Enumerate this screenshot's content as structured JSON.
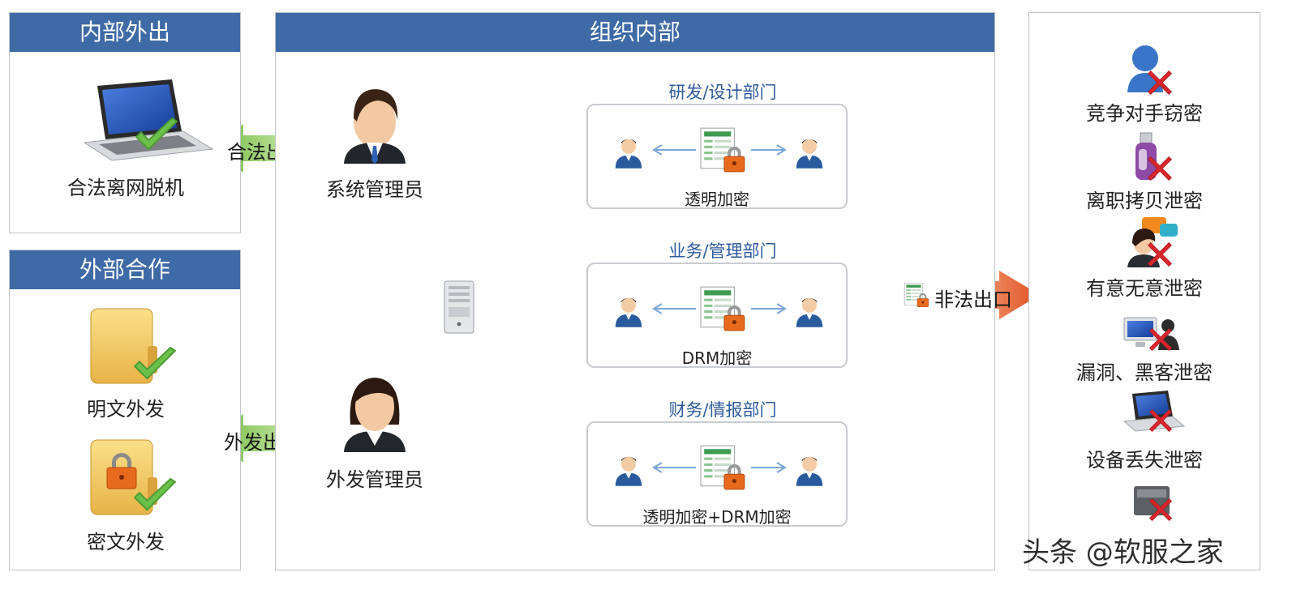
{
  "panels": {
    "internal_out": {
      "title": "内部外出",
      "item": "合法离网脱机",
      "arrow": "合法出口"
    },
    "external_coop": {
      "title": "外部合作",
      "items": [
        "明文外发",
        "密文外发"
      ],
      "arrow": "外发出口"
    },
    "organization": {
      "title": "组织内部",
      "admins": [
        "系统管理员",
        "外发管理员"
      ]
    }
  },
  "departments": [
    {
      "title": "研发/设计部门",
      "encryption": "透明加密"
    },
    {
      "title": "业务/管理部门",
      "encryption": "DRM加密"
    },
    {
      "title": "财务/情报部门",
      "encryption": "透明加密+DRM加密"
    }
  ],
  "illegal_exit": "非法出口",
  "threats": [
    "竞争对手窃密",
    "离职拷贝泄密",
    "有意无意泄密",
    "漏洞、黑客泄密",
    "设备丢失泄密"
  ],
  "watermark": "头条 @软服之家",
  "colors": {
    "header_blue": "#3e6aa6",
    "green_arrow": "#7dc24a",
    "red_arrow": "#e2572b",
    "red_cross": "#d9262c"
  },
  "icons": [
    "laptop-icon",
    "check-icon",
    "folder-icon",
    "lock-icon",
    "admin-male-icon",
    "admin-female-icon",
    "server-icon",
    "user-icon",
    "encrypted-document-icon",
    "threat-user-icon",
    "usb-drive-icon",
    "chat-person-icon",
    "hacker-computer-icon",
    "laptop-lost-icon",
    "device-icon",
    "red-x-icon"
  ]
}
